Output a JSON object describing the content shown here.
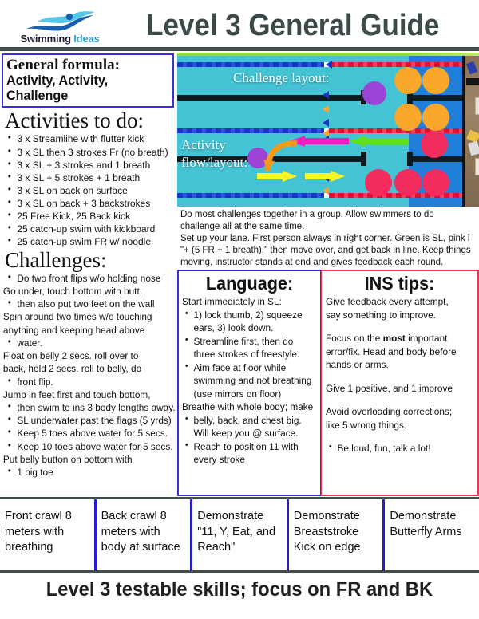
{
  "header": {
    "logo_name_part1": "Swimming",
    "logo_name_part2": " Ideas",
    "logo_icon": "swimmer-wave-logo",
    "title": "Level 3 General Guide"
  },
  "formula": {
    "title": "General formula:",
    "subtitle": "Activity, Activity, Challenge"
  },
  "activities": {
    "heading": "Activities to do:",
    "items": [
      "3 x Streamline with flutter kick",
      "3 x SL then 3 strokes Fr (no breath)",
      "3 x SL + 3 strokes and 1 breath",
      "3 x SL + 5 strokes + 1 breath",
      "3 x SL on back on surface",
      "3 x SL on back + 3 backstrokes",
      "25 Free Kick, 25 Back kick",
      "25 catch-up swim with kickboard",
      "25 catch-up swim FR w/ noodle"
    ]
  },
  "challenges": {
    "heading": "Challenges:",
    "lines": [
      {
        "bullet": true,
        "text": "Do two front flips w/o holding nose"
      },
      {
        "bullet": false,
        "text": "Go under, touch bottom with butt,"
      },
      {
        "bullet": true,
        "text": "then also put two feet on the wall"
      },
      {
        "bullet": false,
        "text": "Spin around two times w/o touching"
      },
      {
        "bullet": false,
        "text": "anything and keeping head above"
      },
      {
        "bullet": true,
        "text": "water."
      },
      {
        "bullet": false,
        "text": "Float on belly 2 secs. roll over to"
      },
      {
        "bullet": false,
        "text": "back, hold 2 secs. roll to belly, do"
      },
      {
        "bullet": true,
        "text": "front flip."
      },
      {
        "bullet": false,
        "text": "Jump in feet first and touch bottom,"
      },
      {
        "bullet": true,
        "text": "then swim to ins 3 body lengths away."
      },
      {
        "bullet": true,
        "text": "SL underwater past the flags (5 yrds)"
      },
      {
        "bullet": true,
        "text": "Keep 5 toes above water for 5 secs."
      },
      {
        "bullet": true,
        "text": "Keep 10 toes above water for 5 secs."
      },
      {
        "bullet": false,
        "text": "Put belly button on bottom with"
      },
      {
        "bullet": true,
        "text": "1 big toe"
      }
    ]
  },
  "photo": {
    "alt": "pool-lane-layout-photo",
    "label_challenge": "Challenge layout:",
    "label_activity_line1": "Activity",
    "label_activity_line2": "flow/layout:"
  },
  "photo_desc": {
    "line1": "Do most challenges together in a group. Allow swimmers to do",
    "line2": "challenge all at the same time.",
    "line3": "Set up your lane. First person always in right corner. Green is SL, pink i",
    "line4": "\"+ (5 FR + 1 breath).\" then move over, and get back in line. Keep things",
    "line5": "moving, instructor stands at end and gives feedback each round."
  },
  "language": {
    "title": "Language:",
    "lines": [
      {
        "type": "nobullet",
        "text": "Start immediately in SL:"
      },
      {
        "type": "bullet",
        "text": "1) lock thumb, 2) squeeze"
      },
      {
        "type": "cont",
        "text": "ears, 3) look down."
      },
      {
        "type": "bullet",
        "text": "Streamline first, then do"
      },
      {
        "type": "cont",
        "text": "three strokes of freestyle."
      },
      {
        "type": "bullet",
        "text": "Aim face at floor while"
      },
      {
        "type": "cont",
        "text": "swimming and not breathing"
      },
      {
        "type": "cont",
        "text": "(use mirrors on floor)"
      },
      {
        "type": "nobullet",
        "text": "Breathe with whole body; make"
      },
      {
        "type": "bullet",
        "text": "belly, back, and chest big."
      },
      {
        "type": "cont",
        "text": "Will keep you @ surface."
      },
      {
        "type": "bullet",
        "text": "Reach to position 11 with"
      },
      {
        "type": "cont",
        "text": "every stroke"
      }
    ]
  },
  "ins_tips": {
    "title": "INS tips:",
    "lines": [
      {
        "type": "nobullet",
        "text": "Give feedback every attempt,"
      },
      {
        "type": "nobullet",
        "text": "say something to improve."
      },
      {
        "type": "emptybullet",
        "text": ""
      },
      {
        "type": "nobullet",
        "html": "Focus on the <b>most</b> important"
      },
      {
        "type": "nobullet",
        "text": "error/fix. Head and body before"
      },
      {
        "type": "nobullet",
        "text": "hands or arms."
      },
      {
        "type": "emptybullet",
        "text": ""
      },
      {
        "type": "nobullet",
        "text": "Give 1 positive, and 1 improve"
      },
      {
        "type": "emptybullet",
        "text": ""
      },
      {
        "type": "nobullet",
        "text": "Avoid overloading corrections;"
      },
      {
        "type": "nobullet",
        "text": "like 5 wrong things."
      },
      {
        "type": "emptybullet",
        "text": ""
      },
      {
        "type": "bullet",
        "text": "Be loud, fun, talk a lot!"
      }
    ]
  },
  "skills": [
    "Front crawl 8 meters with breathing",
    "Back crawl 8 meters with body at surface",
    "Demonstrate \"11, Y, Eat, and Reach\"",
    "Demonstrate Breaststroke Kick on edge",
    "Demonstrate Butterfly Arms"
  ],
  "footer": {
    "text": "Level 3 testable skills; focus on FR and BK"
  },
  "colors": {
    "header_rule": "#3f4d4d",
    "blue_border": "#3b30d8",
    "red_border": "#f2315a",
    "logo_blue": "#2ea3d8",
    "title_gray": "#3c4a4a"
  }
}
